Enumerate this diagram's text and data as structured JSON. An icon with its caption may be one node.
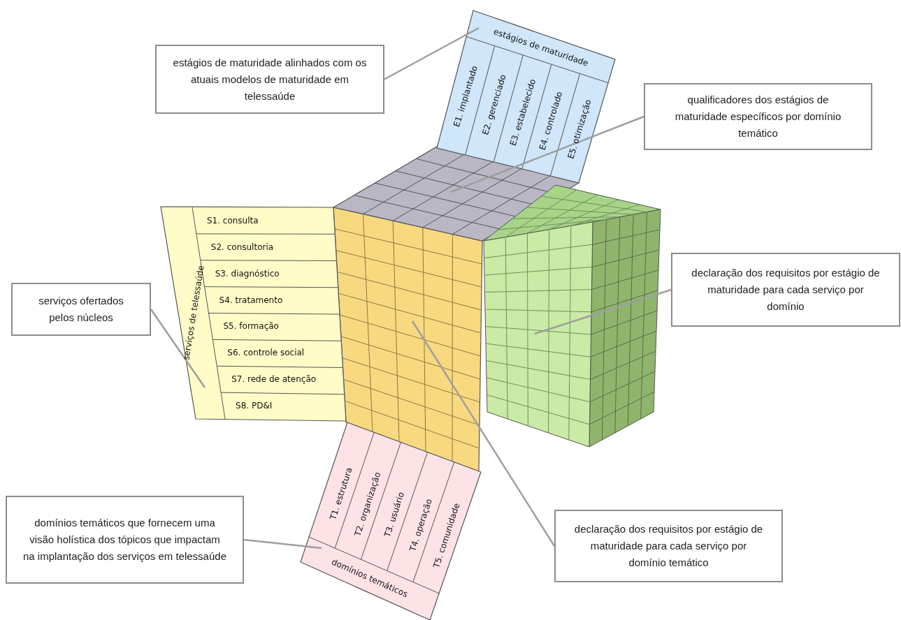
{
  "diagram": {
    "nodes": [
      {
        "text": [
          "estágios de maturidade alinhados com os atuais modelos de maturidade em telessaúde"
        ]
      },
      {
        "text": [
          "estágios de maturidade",
          "E1. implantado",
          "E2. gerenciado",
          "E3. estabelecido",
          "E4. controlado",
          "E5. otimização"
        ]
      },
      {
        "text": [
          "qualificadores dos estágios de maturidade específicos por domínio temático"
        ]
      },
      {
        "text": [],
        "shape": "box"
      },
      {
        "text": [
          "serviços ofertados pelos núcleos"
        ]
      },
      {
        "text": [
          "serviços de telessaúde",
          "S1. consulta",
          "S2. consultoria",
          "S3. diagnóstico",
          "S4. tratamento",
          "S5. formação",
          "S6. controle social",
          "S7. rede de atenção",
          "S8. PD&I"
        ]
      },
      {
        "text": [
          "declaração dos requisitos por estágio de maturidade para cada serviço por domínio"
        ]
      },
      {
        "text": [],
        "shape": "box"
      },
      {
        "text": [
          "domínios temáticos que fornecem uma visão holística dos tópicos que impactam na implantação dos serviços em telessaúde"
        ]
      },
      {
        "text": [
          "T1. estrutura",
          "T2. organização",
          "T3. usuário",
          "T4. operação",
          "T5. comunidade",
          "domínios temáticos"
        ]
      },
      {
        "text": [
          "declaração dos requisitos por estágio de maturidade para cada serviço por domínio temático"
        ]
      },
      {
        "text": [],
        "shape": "box"
      }
    ],
    "edges": [
      {
        "from": 0,
        "to": 1,
        "arrow": "none"
      },
      {
        "from": 2,
        "to": 3,
        "arrow": "none"
      },
      {
        "from": 4,
        "to": 5,
        "arrow": "none"
      },
      {
        "from": 6,
        "to": 7,
        "arrow": "none"
      },
      {
        "from": 8,
        "to": 9,
        "arrow": "none"
      },
      {
        "from": 10,
        "to": 11,
        "arrow": "none"
      }
    ]
  }
}
